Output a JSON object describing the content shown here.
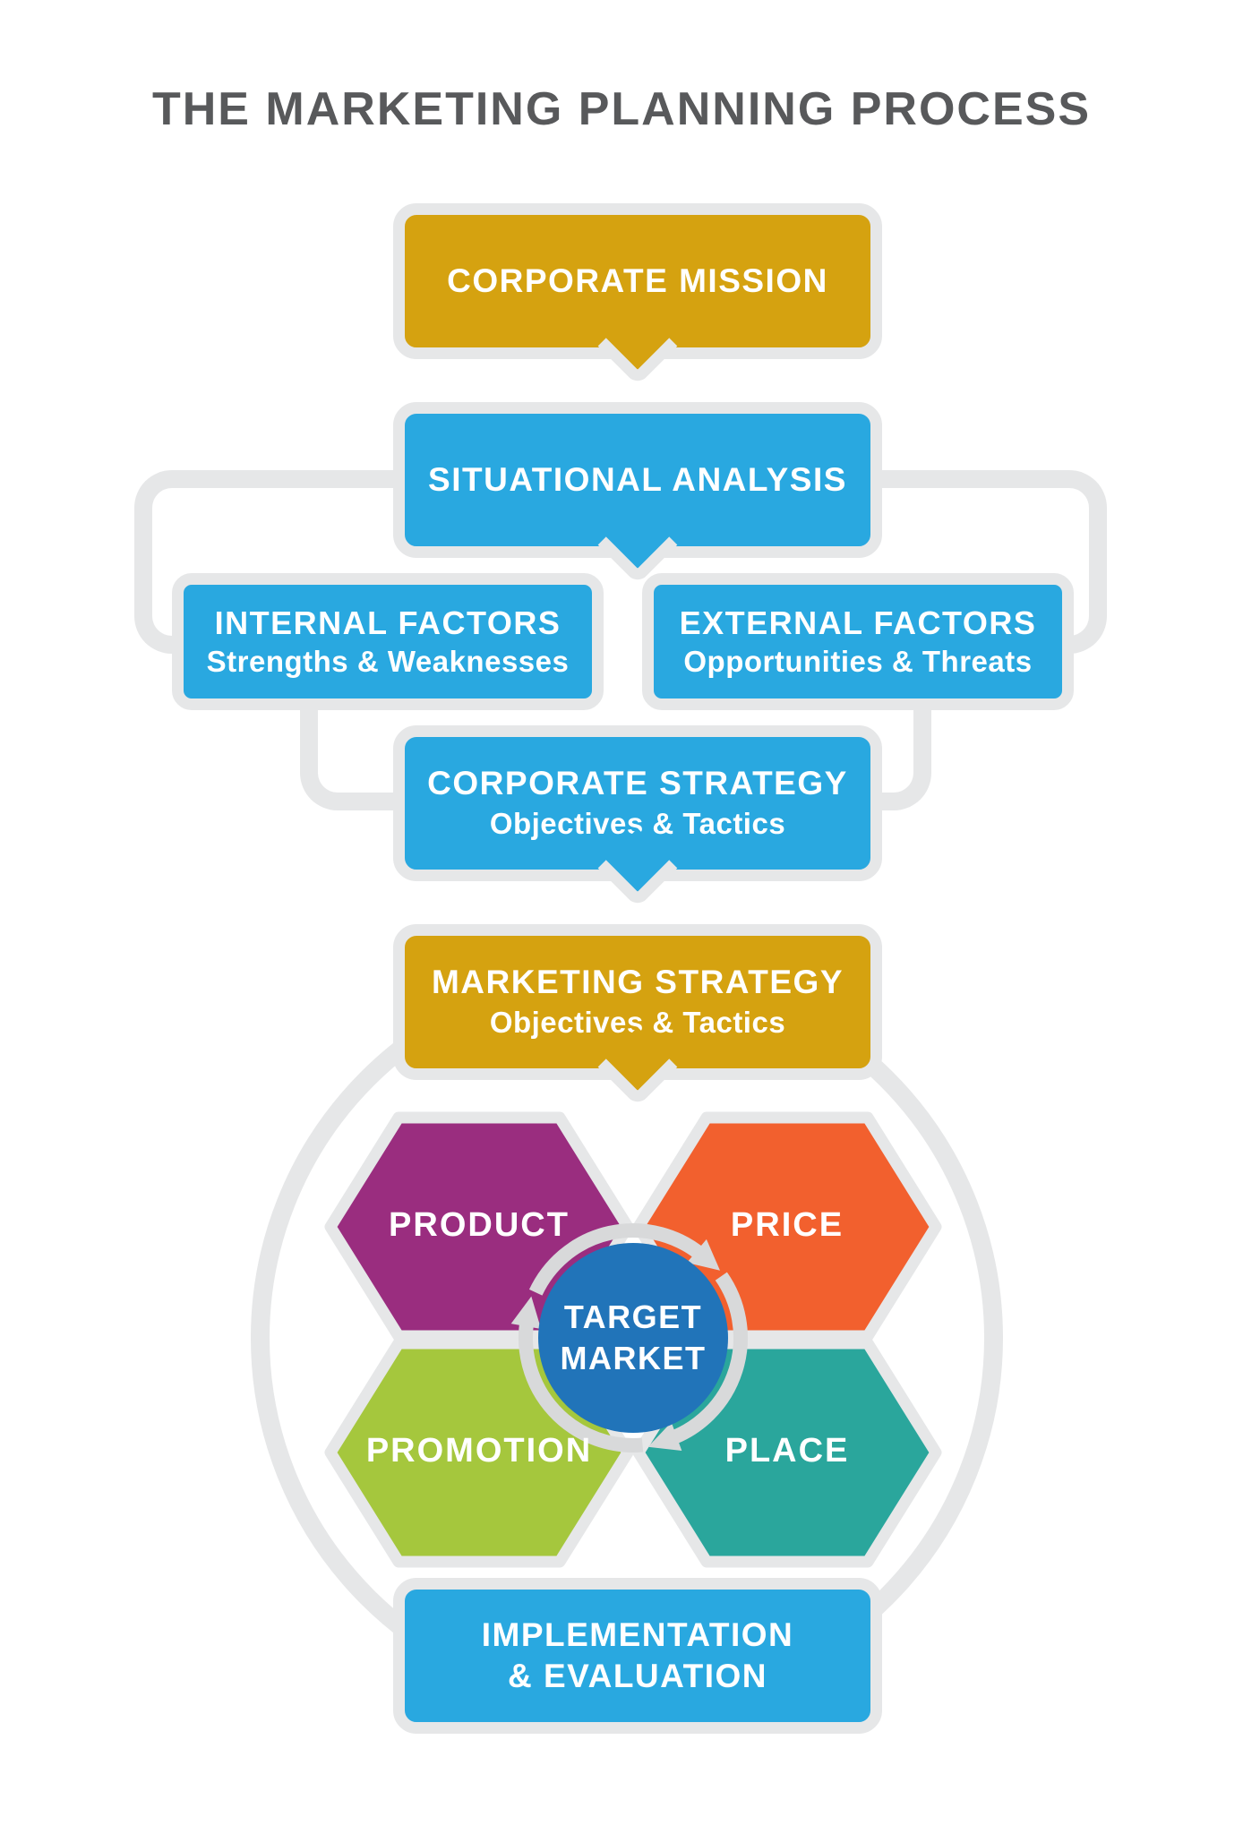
{
  "title": {
    "text": "THE MARKETING PLANNING PROCESS"
  },
  "colors": {
    "box_blue": "#29a8e0",
    "box_gold": "#d5a210",
    "outline": "#e6e7e8",
    "title_text": "#58595b",
    "hex_product": "#9a2d7f",
    "hex_price": "#f2602e",
    "hex_promotion": "#a5c73d",
    "hex_place": "#2aa69c",
    "target_blue": "#2174b9",
    "ring_gray": "#d8d9da",
    "text_white": "#ffffff"
  },
  "nodes": {
    "corporate_mission": {
      "label": "CORPORATE MISSION"
    },
    "situational_analysis": {
      "label": "SITUATIONAL ANALYSIS"
    },
    "internal_factors": {
      "label": "INTERNAL FACTORS",
      "sublabel": "Strengths & Weaknesses"
    },
    "external_factors": {
      "label": "EXTERNAL FACTORS",
      "sublabel": "Opportunities & Threats"
    },
    "corporate_strategy": {
      "label": "CORPORATE STRATEGY",
      "sublabel": "Objectives & Tactics"
    },
    "marketing_strategy": {
      "label": "MARKETING STRATEGY",
      "sublabel": "Objectives & Tactics"
    },
    "implementation_evaluation": {
      "label": "IMPLEMENTATION",
      "sublabel": "& EVALUATION"
    }
  },
  "marketing_mix": {
    "product": {
      "label": "PRODUCT"
    },
    "price": {
      "label": "PRICE"
    },
    "promotion": {
      "label": "PROMOTION"
    },
    "place": {
      "label": "PLACE"
    },
    "target_market": {
      "line1": "TARGET",
      "line2": "MARKET"
    }
  }
}
